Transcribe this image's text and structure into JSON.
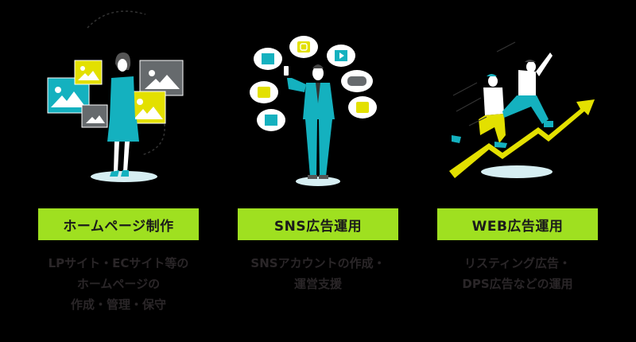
{
  "colors": {
    "background": "#000000",
    "label_bg": "#9fe020",
    "label_text": "#1a1a1a",
    "desc_text": "#2a2628",
    "teal": "#14b1bf",
    "yellow": "#e3e000",
    "gray": "#666a6d",
    "shadow": "#d6eef2"
  },
  "services": [
    {
      "title": "ホームページ制作",
      "illustration": "woman-with-image-frames",
      "description": [
        "LPサイト・ECサイト等の",
        "ホームページの",
        "作成・管理・保守"
      ]
    },
    {
      "title": "SNS広告運用",
      "illustration": "man-with-sns-icons",
      "description": [
        "SNSアカウントの作成・",
        "運営支援"
      ]
    },
    {
      "title": "WEB広告運用",
      "illustration": "men-running-up-growth-arrow",
      "description": [
        "リスティング広告・",
        "DPS広告などの運用"
      ]
    }
  ]
}
